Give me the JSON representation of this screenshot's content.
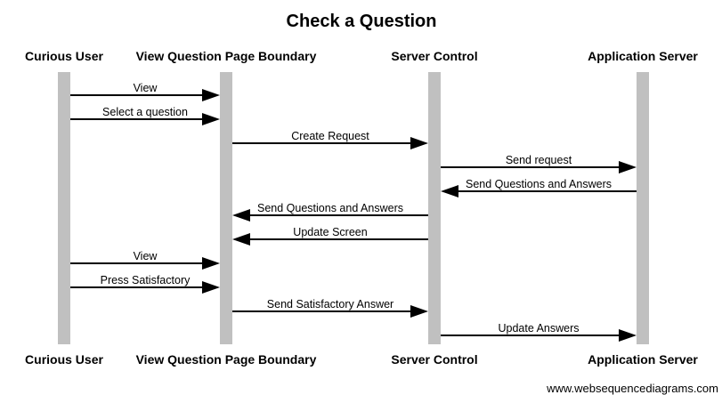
{
  "title": "Check a Question",
  "footer": "www.websequencediagrams.com",
  "colors": {
    "lifeline": "#c0c0c0",
    "arrow": "#000000",
    "text": "#000000",
    "background": "#ffffff"
  },
  "participants": [
    {
      "id": "user",
      "name": "Curious User"
    },
    {
      "id": "boundary",
      "name": "View Question Page Boundary"
    },
    {
      "id": "control",
      "name": "Server Control"
    },
    {
      "id": "appserver",
      "name": "Application Server"
    }
  ],
  "messages": [
    {
      "from": "user",
      "to": "boundary",
      "label": "View"
    },
    {
      "from": "user",
      "to": "boundary",
      "label": "Select a question"
    },
    {
      "from": "boundary",
      "to": "control",
      "label": "Create Request"
    },
    {
      "from": "control",
      "to": "appserver",
      "label": "Send request"
    },
    {
      "from": "appserver",
      "to": "control",
      "label": "Send Questions and Answers"
    },
    {
      "from": "control",
      "to": "boundary",
      "label": "Send Questions and Answers"
    },
    {
      "from": "control",
      "to": "boundary",
      "label": "Update Screen"
    },
    {
      "from": "user",
      "to": "boundary",
      "label": "View"
    },
    {
      "from": "user",
      "to": "boundary",
      "label": "Press Satisfactory"
    },
    {
      "from": "boundary",
      "to": "control",
      "label": "Send Satisfactory Answer"
    },
    {
      "from": "control",
      "to": "appserver",
      "label": "Update Answers"
    }
  ]
}
